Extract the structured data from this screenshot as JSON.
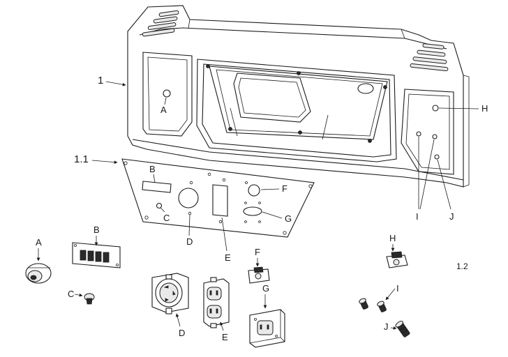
{
  "callouts": {
    "frame": "1",
    "plate": "1.1",
    "kit": "1.2"
  },
  "frame_labels": {
    "A": "A",
    "H": "H",
    "I": "I",
    "J": "J"
  },
  "plate_labels": {
    "B": "B",
    "C": "C",
    "D": "D",
    "E": "E",
    "F": "F",
    "G": "G"
  },
  "parts": {
    "A": "A",
    "B": "B",
    "C": "C",
    "D": "D",
    "E": "E",
    "F": "F",
    "G": "G",
    "H": "H",
    "I": "I",
    "J": "J"
  }
}
